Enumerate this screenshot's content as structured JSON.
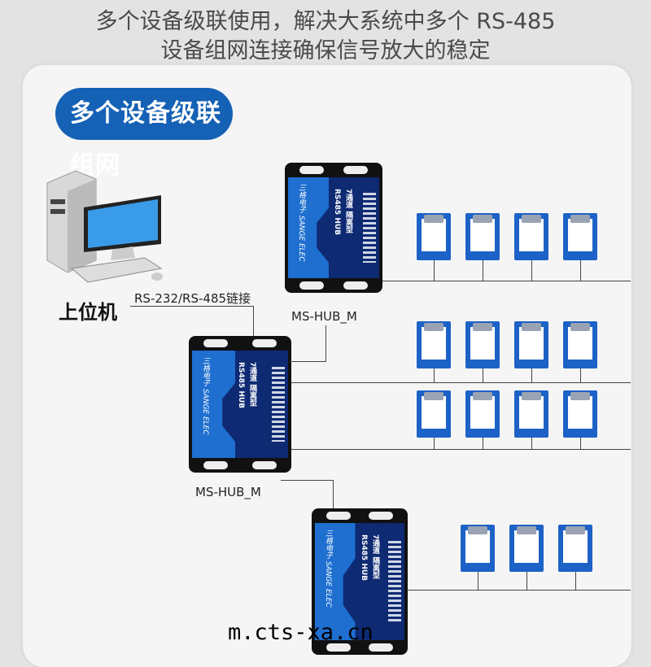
{
  "header": {
    "line1": "多个设备级联使用，解决大系统中多个 RS-485",
    "line2": "设备组网连接确保信号放大的稳定"
  },
  "section_title": "多个设备级联组网",
  "host": {
    "label": "上位机",
    "link_label": "RS-232/RS-485链接"
  },
  "hubs": [
    {
      "label": "MS-HUB_M",
      "model": "RS485 HUB",
      "spec": "7通道 隔离型",
      "brand": "三格电子 SANGE ELEC"
    },
    {
      "label": "MS-HUB_M",
      "model": "RS485 HUB",
      "spec": "7通道 隔离型",
      "brand": "三格电子 SANGE ELEC"
    },
    {
      "label": "",
      "model": "RS485 HUB",
      "spec": "7通道 隔离型",
      "brand": "三格电子 SANGE ELEC"
    }
  ],
  "sensor_rows": [
    4,
    4,
    4,
    3
  ],
  "watermark": "m.cts-xa.cn",
  "colors": {
    "accent": "#1561b5",
    "hub_dark": "#0e2a73",
    "hub_light": "#1e6fd0",
    "sensor": "#1d62c6"
  }
}
